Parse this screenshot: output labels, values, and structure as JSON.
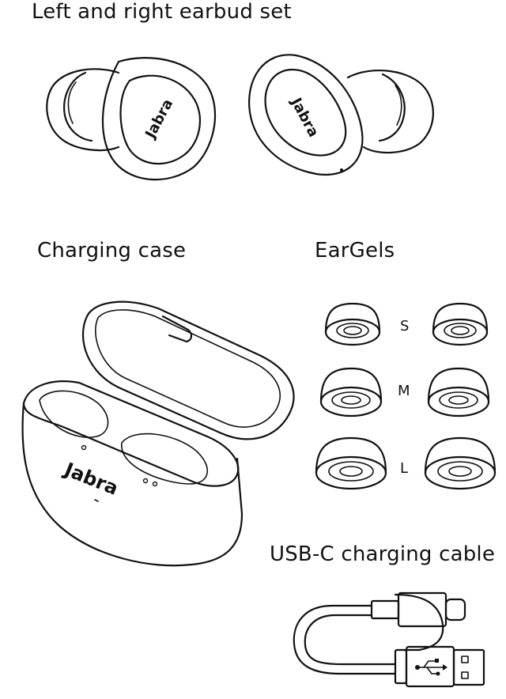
{
  "sections": {
    "earbuds": {
      "title": "Left and right earbud set",
      "brand": "Jabra"
    },
    "case": {
      "title": "Charging case",
      "brand": "Jabra"
    },
    "eargels": {
      "title": "EarGels",
      "sizes": [
        "S",
        "M",
        "L"
      ]
    },
    "cable": {
      "title": "USB-C charging cable"
    }
  },
  "icons": [
    "left-earbud-icon",
    "right-earbud-icon",
    "charging-case-icon",
    "eargel-icon",
    "usb-c-cable-icon",
    "usb-symbol-icon"
  ]
}
